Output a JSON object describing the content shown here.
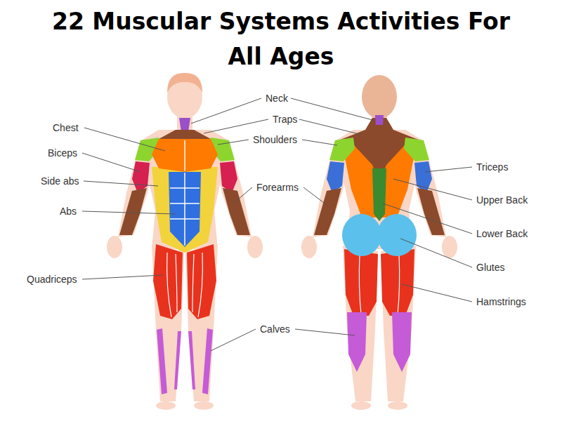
{
  "diagram": {
    "title": "22 Muscular Systems Activities For All Ages",
    "labels": [
      "Neck",
      "Traps",
      "Chest",
      "Shoulders",
      "Biceps",
      "Side abs",
      "Forearms",
      "Abs",
      "Triceps",
      "Upper Back",
      "Lower Back",
      "Glutes",
      "Quadriceps",
      "Hamstrings",
      "Calves"
    ]
  }
}
